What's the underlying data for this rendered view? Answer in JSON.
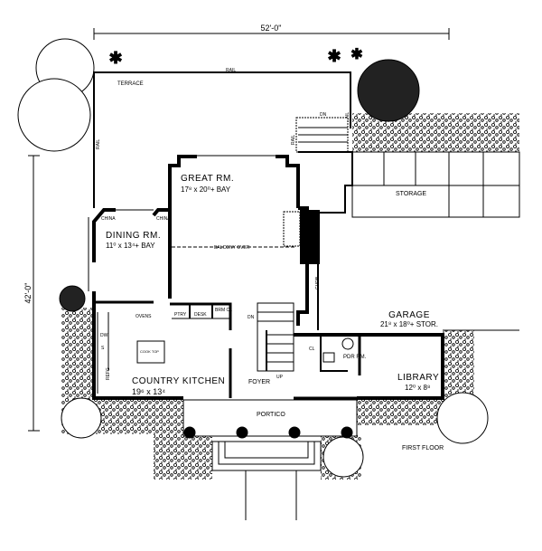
{
  "title": "First Floor Plan",
  "dimensions": {
    "width": "52'-0\"",
    "depth": "42'-0\""
  },
  "labels": {
    "terrace": "TERRACE",
    "rail": "RAIL",
    "dn": "DN",
    "up": "UP",
    "great_rm": "GREAT RM.",
    "great_rm_size": "17⁸ x 20⁰+ BAY",
    "dining_rm": "DINING RM.",
    "dining_rm_size": "11⁰ x 13⁴+ BAY",
    "china": "CHINA",
    "balcony_over": "BALCONY OVER",
    "curb": "CURB",
    "ptry": "PTRY",
    "desk": "DESK",
    "brm_cl": "BRM CL",
    "ovens": "OVENS",
    "cook_top": "COOK TOP",
    "refg": "REFG",
    "dw": "DW",
    "sink": "S",
    "country_kitchen": "COUNTRY KITCHEN",
    "country_kitchen_size": "19⁶ x 13⁴",
    "foyer": "FOYER",
    "cl": "CL",
    "pdr_rm": "PDR RM.",
    "garage": "GARAGE",
    "garage_size": "21⁸ x 18⁰+ STOR.",
    "storage": "STORAGE",
    "library": "LIBRARY",
    "library_size": "12⁰ x 8⁸",
    "portico": "PORTICO",
    "first_floor": "FIRST FLOOR"
  }
}
